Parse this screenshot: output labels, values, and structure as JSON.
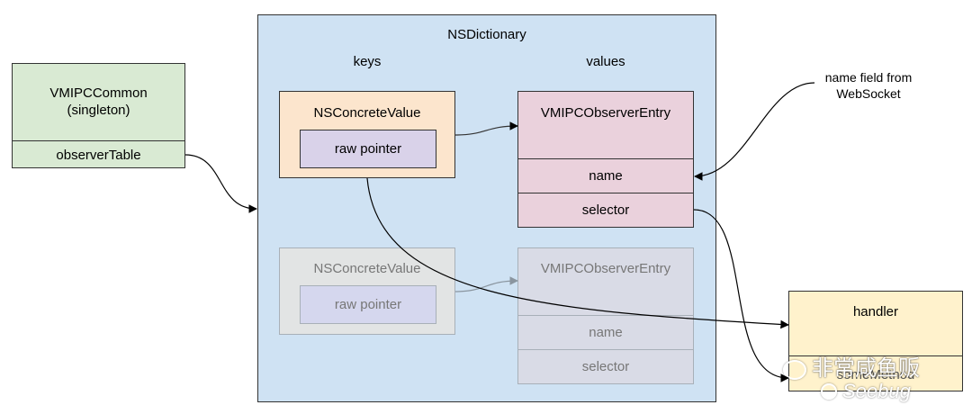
{
  "dictionary": {
    "title": "NSDictionary",
    "keys_label": "keys",
    "values_label": "values"
  },
  "common": {
    "title_line1": "VMIPCCommon",
    "title_line2": "(singleton)",
    "field": "observerTable"
  },
  "key_active": {
    "title": "NSConcreteValue",
    "inner": "raw pointer"
  },
  "key_faded": {
    "title": "NSConcreteValue",
    "inner": "raw pointer"
  },
  "entry_active": {
    "title": "VMIPCObserverEntry",
    "field_name": "name",
    "field_selector": "selector"
  },
  "entry_faded": {
    "title": "VMIPCObserverEntry",
    "field_name": "name",
    "field_selector": "selector"
  },
  "websocket_note": {
    "line1": "name field from",
    "line2": "WebSocket"
  },
  "handler": {
    "title": "handler",
    "field_obscured": "someMethod"
  },
  "watermark": {
    "text": "非常咸鱼贩",
    "subtext": "Seebug"
  },
  "colors": {
    "dictionary_fill": "#cfe2f3",
    "common_fill": "#d9ead3",
    "key_fill": "#fce5cd",
    "pointer_fill": "#d9d2e9",
    "entry_fill": "#ead1dc",
    "handler_fill": "#fff2cc",
    "border": "#333333",
    "faded_border": "#a0a8b0"
  }
}
